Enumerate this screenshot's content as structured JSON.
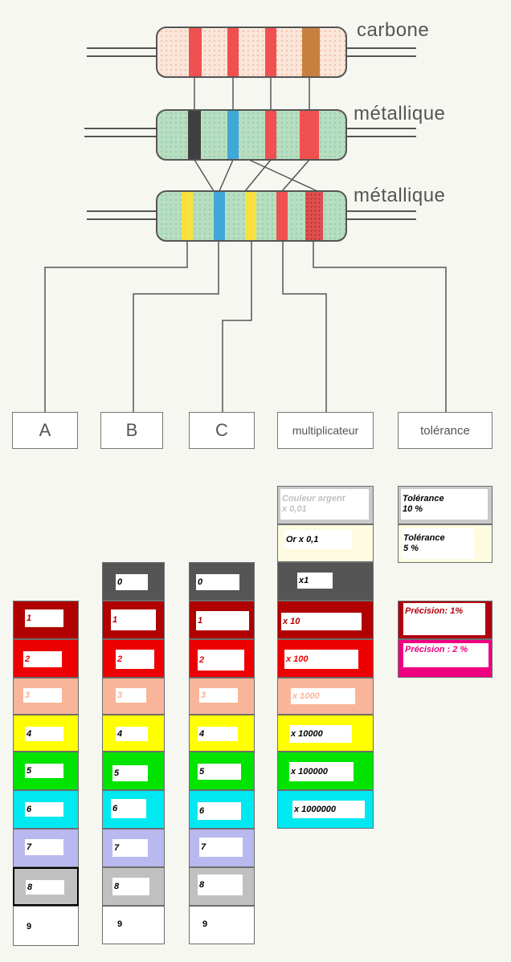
{
  "resistors": [
    {
      "label": "carbone"
    },
    {
      "label": "métallique"
    },
    {
      "label": "métallique"
    }
  ],
  "boxes": [
    {
      "label": "A"
    },
    {
      "label": "B"
    },
    {
      "label": "C"
    },
    {
      "label": "multiplicateur"
    },
    {
      "label": "tolérance"
    }
  ],
  "digits": {
    "col_a": [
      "1",
      "2",
      "3",
      "4",
      "5",
      "6",
      "7",
      "8",
      "9"
    ],
    "col_b": [
      "0",
      "1",
      "2",
      "3",
      "4",
      "5",
      "6",
      "7",
      "8",
      "9"
    ],
    "col_c": [
      "0",
      "1",
      "2",
      "3",
      "4",
      "5",
      "6",
      "7",
      "8",
      "9"
    ]
  },
  "multiplier": {
    "silver_line1": "Couleur argent",
    "silver_line2": "x 0,01",
    "gold": "Or x 0,1",
    "values": [
      "x1",
      "x 10",
      "x 100",
      "x 1000",
      "x 10000",
      "x 100000",
      "x 1000000"
    ]
  },
  "tolerance": {
    "t10_line1": "Tolérance",
    "t10_line2": "10 %",
    "t5_line1": "Tolérance",
    "t5_line2": "5 %",
    "p1": "Précision: 1%",
    "p2": "Précision : 2 %"
  },
  "colors": {
    "black": "#555555",
    "brown": "#b00000",
    "red": "#ee0000",
    "orange": "#f9b59a",
    "yellow": "#ffff00",
    "green": "#00e400",
    "blue": "#00e8f0",
    "violet": "#b9b9f0",
    "grey": "#c0c0c0",
    "white": "#ffffff",
    "silver": "#c9c9c9",
    "gold": "#fdfbe0",
    "tol_red": "#b00010",
    "tol_pink": "#ee0080"
  }
}
